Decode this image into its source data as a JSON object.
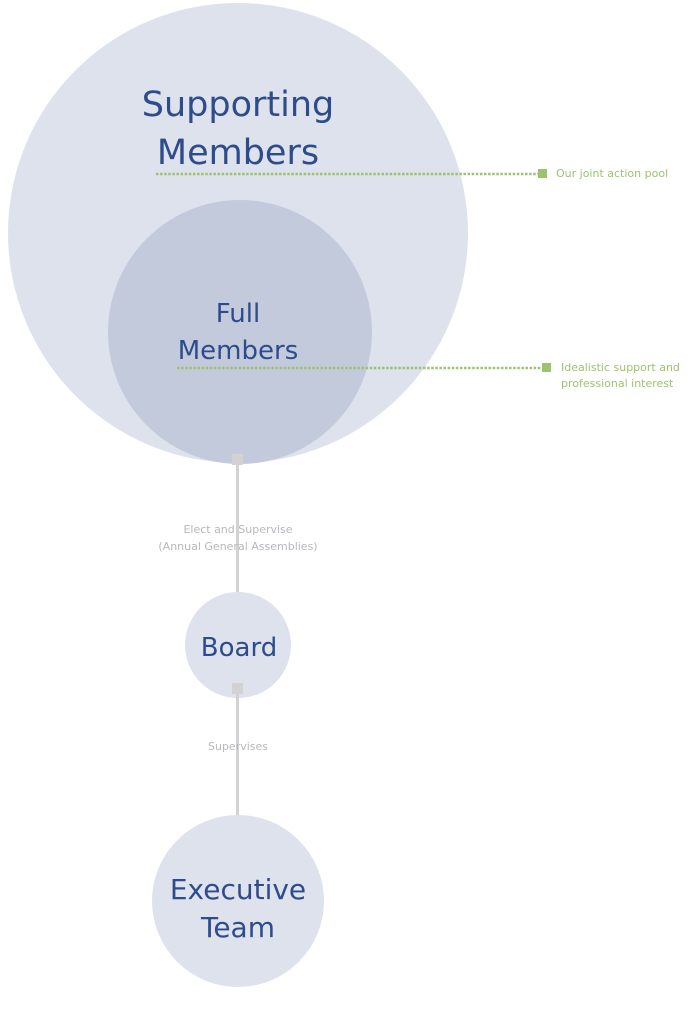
{
  "colors": {
    "outer_circle": "#dde2ec",
    "inner_circle": "#c3cadc",
    "small_circle": "#dde2ec",
    "node_text": "#2e4b8b",
    "connector": "#d2d2d2",
    "edge_text": "#b5b8bd",
    "callout": "#9bc36f"
  },
  "nodes": {
    "supporting_members": {
      "line1": "Supporting",
      "line2": "Members"
    },
    "full_members": {
      "line1": "Full",
      "line2": "Members"
    },
    "board": {
      "label": "Board"
    },
    "executive_team": {
      "line1": "Executive",
      "line2": "Team"
    }
  },
  "edges": {
    "members_to_board": {
      "line1": "Elect and Supervise",
      "line2": "(Annual General Assemblies)"
    },
    "board_to_executive": {
      "label": "Supervises"
    }
  },
  "callouts": {
    "supporting": {
      "label": "Our joint action pool"
    },
    "full": {
      "line1": "Idealistic support and",
      "line2": "professional interest"
    }
  }
}
